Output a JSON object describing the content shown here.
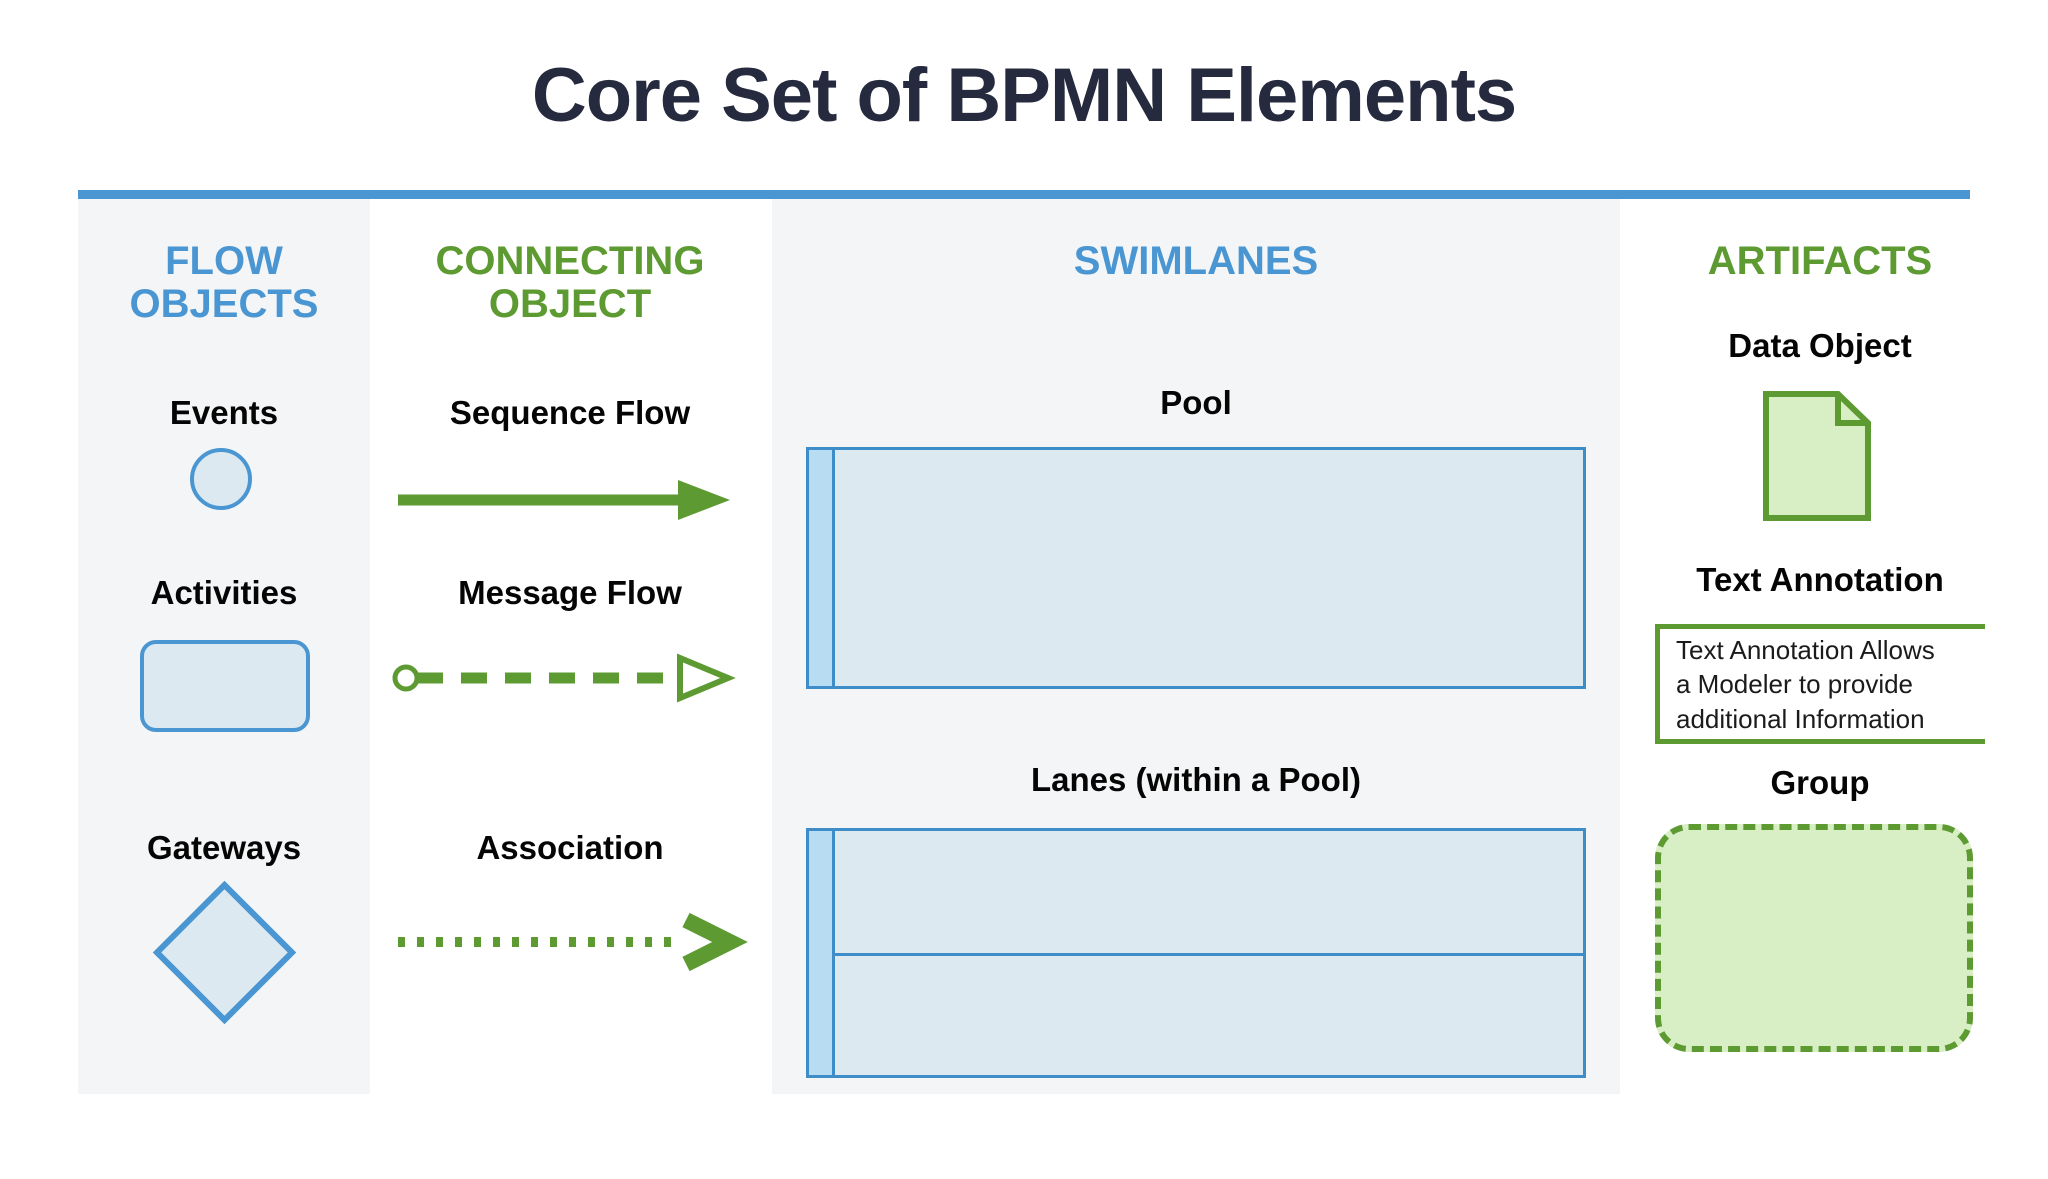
{
  "page": {
    "title": "Core Set of BPMN Elements",
    "accent_blue": "#4a96d2",
    "accent_green": "#5d9b32",
    "title_color": "#262a3e",
    "shape_fill_blue": "#dde9f1",
    "shape_fill_green": "#d8eec4",
    "pool_header_fill": "#b8dcf2",
    "panel_bg": "#f4f5f6"
  },
  "columns": {
    "flow_objects": {
      "heading_line1": "FLOW",
      "heading_line2": "OBJECTS",
      "items": [
        {
          "label": "Events",
          "shape": "circle"
        },
        {
          "label": "Activities",
          "shape": "rounded-rectangle"
        },
        {
          "label": "Gateways",
          "shape": "diamond"
        }
      ]
    },
    "connecting_object": {
      "heading_line1": "CONNECTING",
      "heading_line2": "OBJECT",
      "items": [
        {
          "label": "Sequence Flow",
          "line": "solid",
          "arrow": "filled-triangle"
        },
        {
          "label": "Message Flow",
          "line": "dashed",
          "arrow": "open-triangle",
          "start": "open-circle"
        },
        {
          "label": "Association",
          "line": "dotted",
          "arrow": "chevron"
        }
      ]
    },
    "swimlanes": {
      "heading": "SWIMLANES",
      "items": [
        {
          "label": "Pool",
          "shape": "pool",
          "lanes": 1
        },
        {
          "label": "Lanes (within a Pool)",
          "shape": "pool",
          "lanes": 2
        }
      ]
    },
    "artifacts": {
      "heading": "ARTIFACTS",
      "items": [
        {
          "label": "Data Object",
          "shape": "document"
        },
        {
          "label": "Text Annotation",
          "shape": "bracket"
        },
        {
          "label": "Group",
          "shape": "dashed-rounded-rectangle"
        }
      ],
      "annotation_lines": [
        "Text Annotation Allows",
        "a Modeler to provide",
        "additional Information"
      ]
    }
  }
}
